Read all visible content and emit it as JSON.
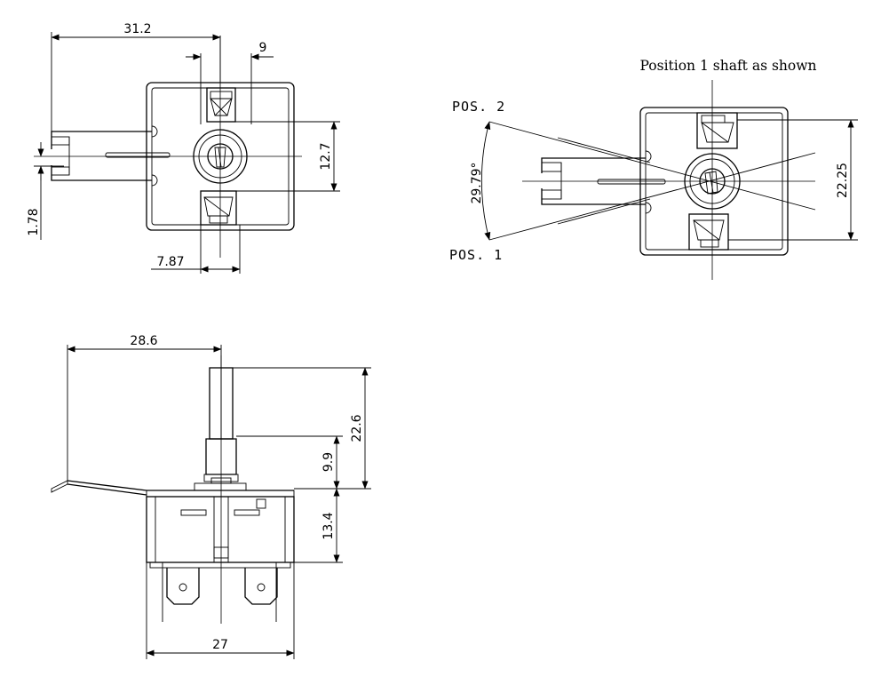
{
  "top_left_view": {
    "dim_width": "31.2",
    "dim_terminal_width": "9",
    "dim_height": "12.7",
    "dim_offset": "1.78",
    "dim_lower": "7.87"
  },
  "top_right_view": {
    "caption": "Position 1 shaft as shown",
    "pos2_label": "POS. 2",
    "pos1_label": "POS. 1",
    "angle": "29.79°",
    "dim_height": "22.25"
  },
  "side_view": {
    "dim_reach": "28.6",
    "dim_total_height": "22.6",
    "dim_shaft": "9.9",
    "dim_body": "13.4",
    "dim_width": "27"
  }
}
